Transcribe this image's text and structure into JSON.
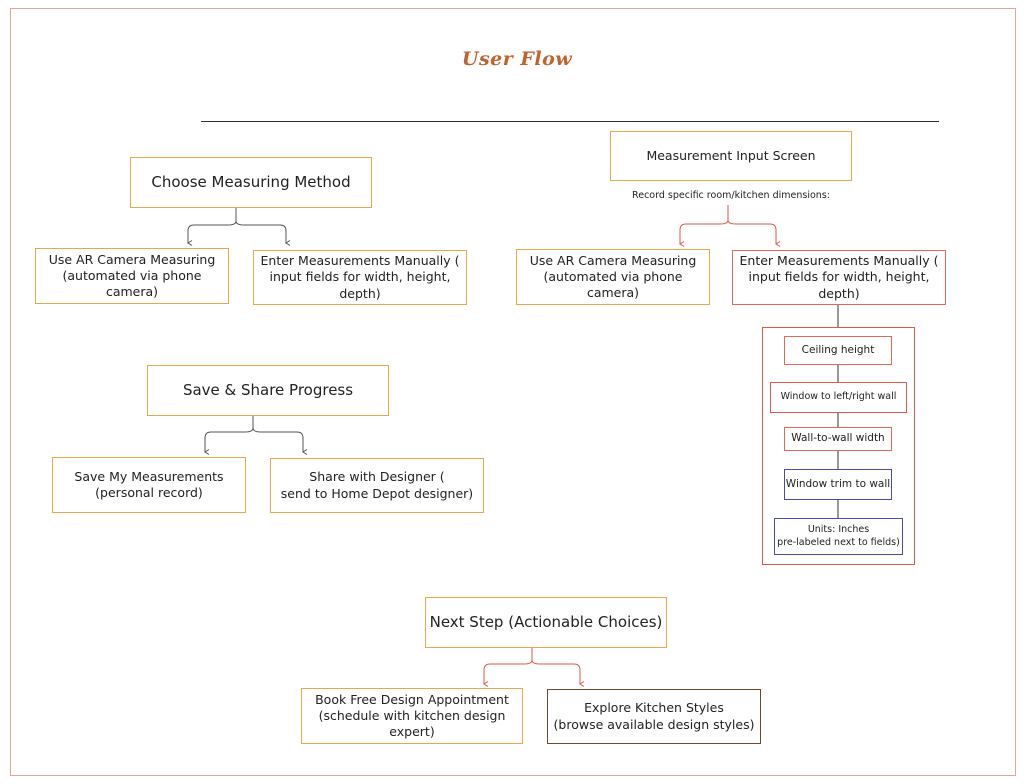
{
  "title": "User Flow",
  "left_flow": {
    "root": "Choose Measuring Method",
    "option_ar": "Use AR Camera Measuring\n(automated via phone camera)",
    "option_manual": "Enter Measurements Manually (\ninput fields for width, height, depth)"
  },
  "save_flow": {
    "root": "Save & Share Progress",
    "option_save": "Save My Measurements\n      (personal record)",
    "option_share": "Share with Designer (\n send to Home Depot designer)"
  },
  "right_flow": {
    "root": "Measurement Input Screen",
    "caption": "Record specific room/kitchen dimensions:",
    "option_ar": "Use AR Camera Measuring\n(automated via phone camera)",
    "option_manual": "Enter Measurements Manually (\ninput fields for width, height, depth)",
    "fields": [
      "Ceiling height",
      "Window to left/right wall",
      "Wall-to-wall width",
      "Window trim to wall",
      "Units: Inches\npre-labeled next to fields)"
    ]
  },
  "next_flow": {
    "root": "Next Step (Actionable Choices)",
    "option_book": "Book Free Design Appointment\n(schedule with kitchen design expert)",
    "option_explore": "Explore Kitchen Styles\n(browse available design styles)"
  },
  "colors": {
    "title": "#c0622c",
    "box_border_orange": "#e9a84e",
    "box_border_red": "#e0584a",
    "box_border_blue": "#4a4aa8",
    "box_border_brown": "#6e4a2a",
    "connector_gray": "#555555",
    "connector_red": "#e0584a"
  }
}
